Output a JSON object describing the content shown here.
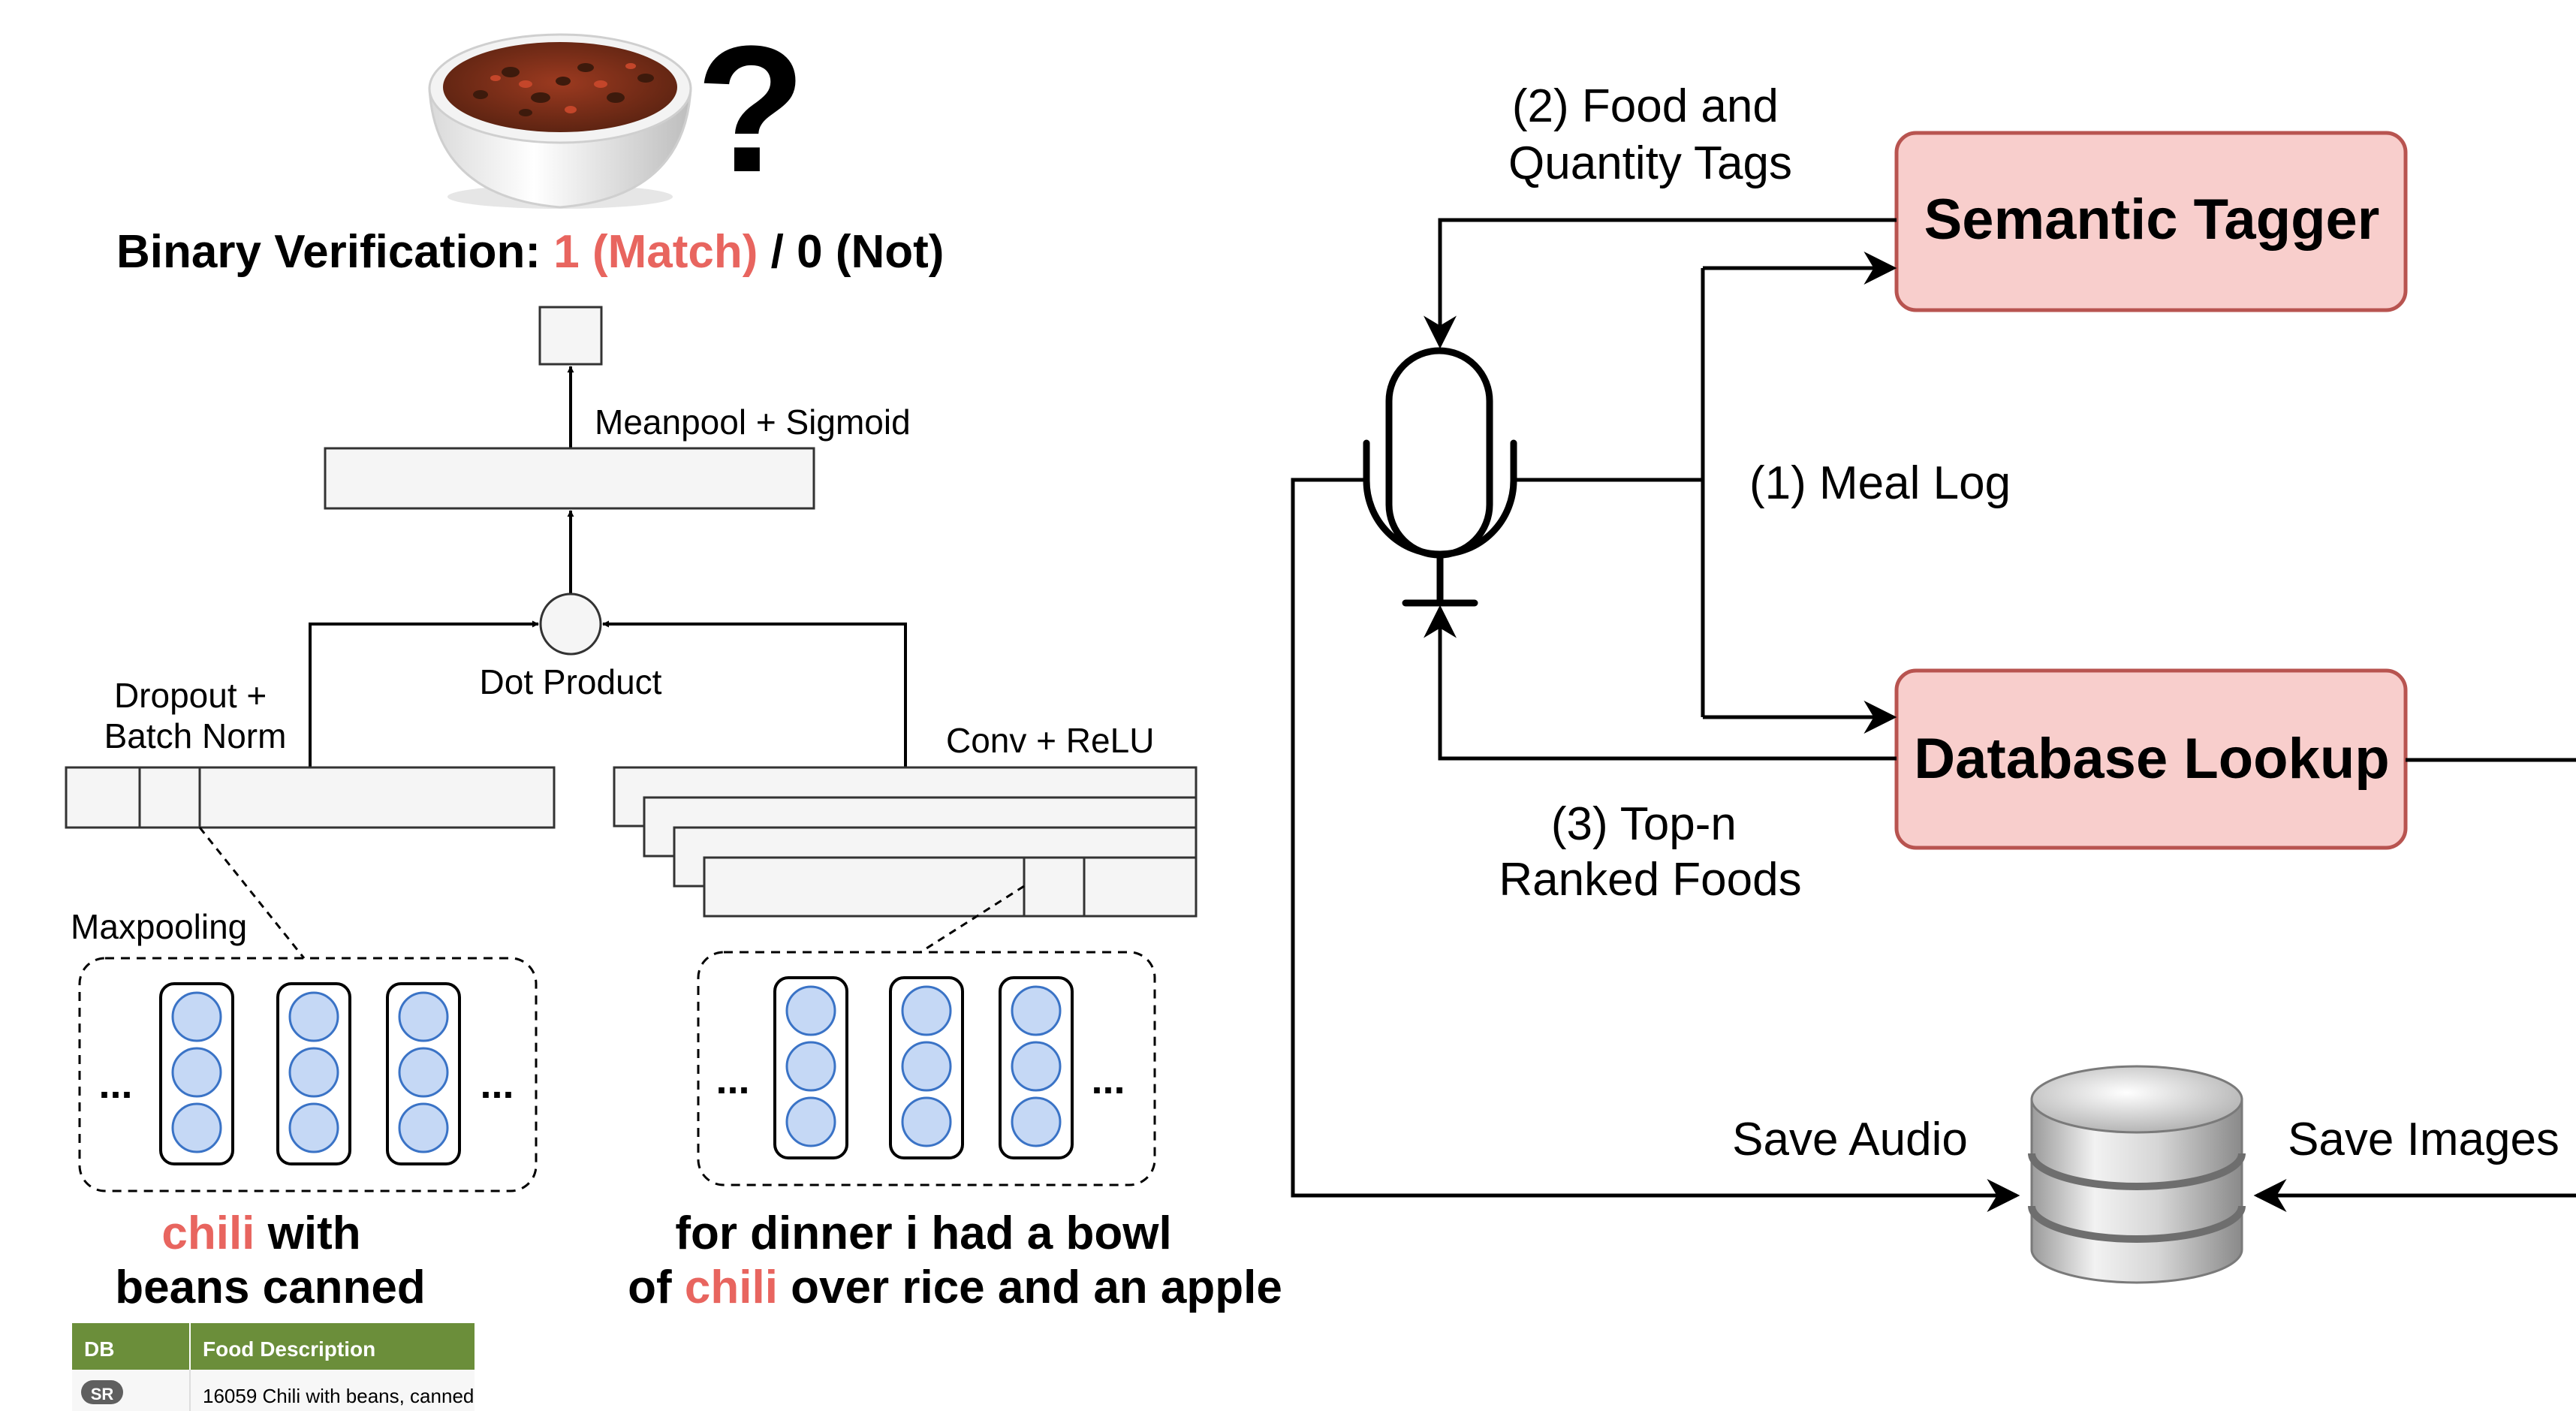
{
  "verification": {
    "prefix": "Binary Verification: ",
    "match": "1 (Match)",
    "suffix": " / 0 (Not)"
  },
  "question_mark": "?",
  "nn": {
    "meanpool_label": "Meanpool + Sigmoid",
    "dot_product_label": "Dot Product",
    "dropout_label_line1": "Dropout +",
    "dropout_label_line2": "Batch Norm",
    "conv_label": "Conv + ReLU",
    "maxpool_label": "Maxpooling",
    "ellipsis": "..."
  },
  "food_text": {
    "keyword": "chili",
    "line1_rest": " with",
    "line2": "beans canned"
  },
  "meal_text": {
    "line1": "for dinner i had a bowl",
    "line2_prefix": "of ",
    "keyword": "chili",
    "line2_suffix": " over rice and an apple"
  },
  "db_table": {
    "headers": [
      "DB",
      "Food Description"
    ],
    "rows": [
      {
        "badge": "SR",
        "description": "16059 Chili with beans, canned"
      }
    ]
  },
  "system": {
    "semantic_tagger": "Semantic Tagger",
    "database_lookup": "Database Lookup",
    "food_tags_line1": "(2) Food and",
    "food_tags_line2": "Quantity Tags",
    "meal_log": "(1) Meal Log",
    "top_n_line1": "(3) Top-n",
    "top_n_line2": "Ranked Foods",
    "save_audio": "Save Audio",
    "save_images": "Save Images"
  },
  "colors": {
    "highlight": "#e8655f",
    "box_fill": "#f8cecc",
    "box_stroke": "#b85450",
    "neuron_fill": "#c5d8f5",
    "neuron_stroke": "#3a73c6",
    "table_header": "#6b8e3a"
  }
}
